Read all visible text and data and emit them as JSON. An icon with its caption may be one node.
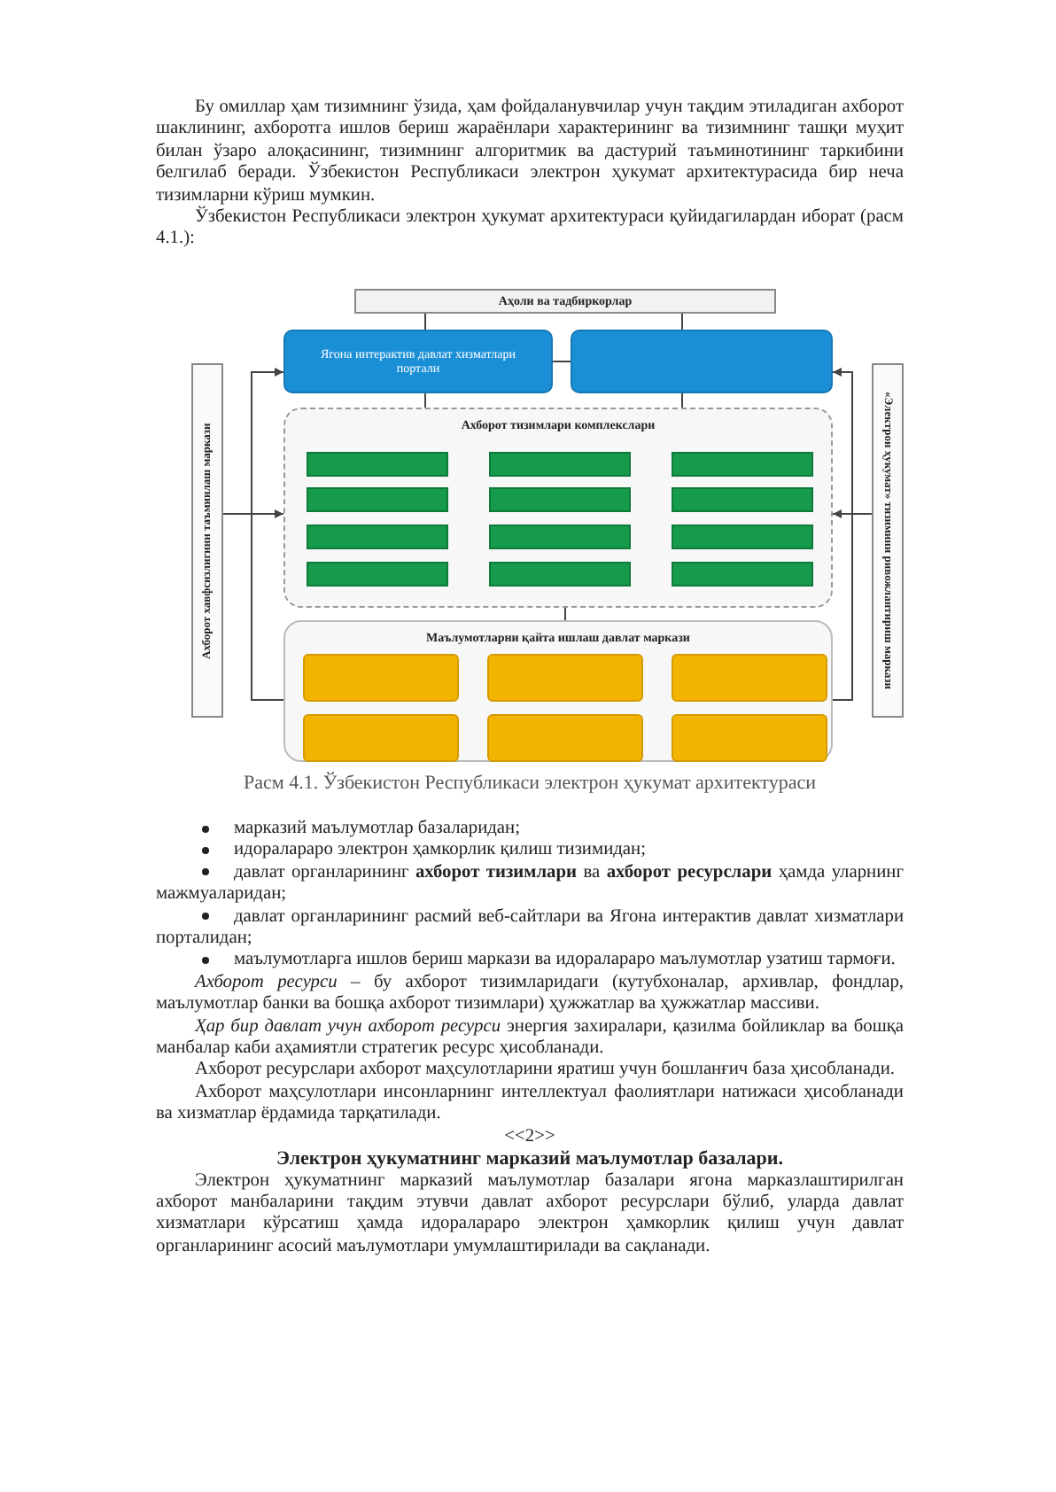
{
  "diagram": {
    "caption": "Расм 4.1. Ўзбекистон Республикаси электрон ҳукумат архитектураси",
    "nodes": [
      {
        "text": [
          "Аҳоли ва тадбиркорлар"
        ]
      },
      {
        "text": [
          "Ахборот хавфсизлигини таъминлаш маркази"
        ]
      },
      {
        "text": [
          "Ягона интерактив давлат хизматлари портали"
        ]
      },
      {
        "text": [],
        "shape": "box"
      },
      {
        "text": [
          "«Электрон ҳукумат» тизимини ривожлантириш маркази"
        ]
      },
      {
        "text": [
          "Ахборот тизимлари комплекслари"
        ]
      },
      {
        "text": [],
        "shape": "box",
        "in": 5
      },
      {
        "text": [],
        "shape": "box",
        "in": 5
      },
      {
        "text": [],
        "shape": "box",
        "in": 5
      },
      {
        "text": [],
        "shape": "box",
        "in": 5
      },
      {
        "text": [],
        "shape": "box",
        "in": 5
      },
      {
        "text": [],
        "shape": "box",
        "in": 5
      },
      {
        "text": [],
        "shape": "box",
        "in": 5
      },
      {
        "text": [],
        "shape": "box",
        "in": 5
      },
      {
        "text": [],
        "shape": "box",
        "in": 5
      },
      {
        "text": [],
        "shape": "box",
        "in": 5
      },
      {
        "text": [],
        "shape": "box",
        "in": 5
      },
      {
        "text": [],
        "shape": "box",
        "in": 5
      },
      {
        "text": [
          "Маълумотларни қайта ишлаш давлат маркази"
        ]
      },
      {
        "text": [],
        "shape": "box",
        "in": 18
      },
      {
        "text": [],
        "shape": "box",
        "in": 18
      },
      {
        "text": [],
        "shape": "box",
        "in": 18
      },
      {
        "text": [],
        "shape": "box",
        "in": 18
      },
      {
        "text": [],
        "shape": "box",
        "in": 18
      },
      {
        "text": [],
        "shape": "box",
        "in": 18
      }
    ],
    "edges": [
      {
        "from": 0,
        "to": 2,
        "arrow": "none"
      },
      {
        "from": 0,
        "to": 3,
        "arrow": "none"
      },
      {
        "from": 2,
        "to": 3,
        "arrow": "none"
      },
      {
        "from": 2,
        "to": 5,
        "arrow": "none"
      },
      {
        "from": 3,
        "to": 5,
        "arrow": "none"
      },
      {
        "from": 5,
        "to": 18,
        "arrow": "none"
      },
      {
        "from": 1,
        "to": 2,
        "arrow": "to"
      },
      {
        "from": 1,
        "to": 5,
        "arrow": "to"
      },
      {
        "from": 1,
        "to": 18,
        "arrow": "none"
      },
      {
        "from": 4,
        "to": 3,
        "arrow": "to"
      },
      {
        "from": 4,
        "to": 5,
        "arrow": "to"
      },
      {
        "from": 4,
        "to": 18,
        "arrow": "none"
      }
    ],
    "labels": [
      "Бу омиллар ҳам тизимнинг ўзида, ҳам фойдаланувчилар учун тақдим этиладиган ахборот шаклининг, ахборотга ишлов бериш жараёнлари характерининг ва тизимнинг ташқи муҳит билан ўзаро алоқасининг, тизимнинг алгоритмик ва дастурий таъминотининг таркибини белгилаб беради. Ўзбекистон Республикаси электрон ҳукумат архитектурасида бир неча тизимларни кўриш мумкин.",
      "Ўзбекистон Республикаси электрон ҳукумат архитектураси қуйидагилардан иборат (расм 4.1.):",
      "марказий маълумотлар базаларидан;",
      "идоралараро электрон ҳамкорлик қилиш тизимидан;",
      "давлат органларининг **ахборот тизимлари** ва **ахборот ресурслари** ҳамда уларнинг мажмуаларидан;",
      "давлат органларининг расмий веб-сайтлари ва Ягона интерактив давлат хизматлари порталидан;",
      "маълумотларга ишлов бериш маркази ва идоралараро маълумотлар узатиш тармоғи.",
      "*Ахборот ресурси* – бу ахборот тизимларидаги (кутубхоналар, архивлар, фондлар, маълумотлар банки ва бошқа ахборот тизимлари) ҳужжатлар ва ҳужжатлар массиви.",
      "*Ҳар бир давлат учун ахборот ресурси* энергия захиралари, қазилма бойликлар ва бошқа манбалар каби аҳамиятли стратегик ресурс ҳисобланади.",
      "Ахборот ресурслари ахборот маҳсулотларини яратиш учун бошланғич база ҳисобланади.",
      "Ахборот маҳсулотлари инсонларнинг интеллектуал фаолиятлари натижаси ҳисобланади ва хизматлар ёрдамида тарқатилади.",
      "<<2>>",
      "Электрон ҳукуматнинг марказий маълумотлар базалари.",
      "Электрон ҳукуматнинг марказий маълумотлар базалари ягона марказлаштирилган ахборот манбаларини тақдим этувчи давлат ахборот ресурслари бўлиб, уларда давлат хизматлари кўрсатиш ҳамда идоралараро электрон ҳамкорлик қилиш учун давлат органларининг асосий маълумотлари умумлаштирилади ва сақланади."
    ]
  }
}
